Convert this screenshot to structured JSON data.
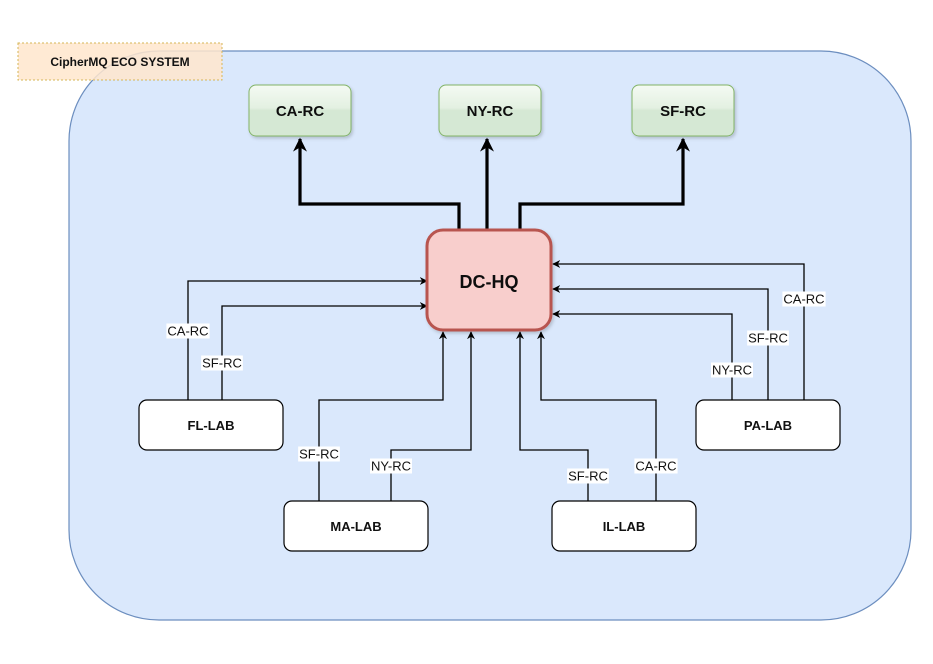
{
  "title": "CipherMQ ECO SYSTEM",
  "colors": {
    "container_fill": "#dae8fc",
    "container_stroke": "#6c8ebf",
    "title_fill": "#ffe6cc",
    "title_stroke": "#d6b656",
    "hub_fill": "#f8cecc",
    "hub_stroke": "#b85450",
    "rc_fill": "#d5e8d4",
    "rc_stroke": "#82b366",
    "lab_fill": "#ffffff",
    "lab_stroke": "#000000"
  },
  "nodes": {
    "hub": {
      "id": "DC-HQ",
      "label": "DC-HQ",
      "type": "headquarters"
    },
    "regional_centers": [
      {
        "id": "CA-RC",
        "label": "CA-RC"
      },
      {
        "id": "NY-RC",
        "label": "NY-RC"
      },
      {
        "id": "SF-RC",
        "label": "SF-RC"
      }
    ],
    "labs": [
      {
        "id": "FL-LAB",
        "label": "FL-LAB"
      },
      {
        "id": "MA-LAB",
        "label": "MA-LAB"
      },
      {
        "id": "IL-LAB",
        "label": "IL-LAB"
      },
      {
        "id": "PA-LAB",
        "label": "PA-LAB"
      }
    ]
  },
  "edges": [
    {
      "from": "DC-HQ",
      "to": "CA-RC",
      "label": "",
      "style": "bold"
    },
    {
      "from": "DC-HQ",
      "to": "NY-RC",
      "label": "",
      "style": "bold"
    },
    {
      "from": "DC-HQ",
      "to": "SF-RC",
      "label": "",
      "style": "bold"
    },
    {
      "from": "FL-LAB",
      "to": "DC-HQ",
      "label": "CA-RC"
    },
    {
      "from": "FL-LAB",
      "to": "DC-HQ",
      "label": "SF-RC"
    },
    {
      "from": "MA-LAB",
      "to": "DC-HQ",
      "label": "SF-RC"
    },
    {
      "from": "MA-LAB",
      "to": "DC-HQ",
      "label": "NY-RC"
    },
    {
      "from": "IL-LAB",
      "to": "DC-HQ",
      "label": "SF-RC"
    },
    {
      "from": "IL-LAB",
      "to": "DC-HQ",
      "label": "CA-RC"
    },
    {
      "from": "PA-LAB",
      "to": "DC-HQ",
      "label": "NY-RC"
    },
    {
      "from": "PA-LAB",
      "to": "DC-HQ",
      "label": "SF-RC"
    },
    {
      "from": "PA-LAB",
      "to": "DC-HQ",
      "label": "CA-RC"
    }
  ]
}
